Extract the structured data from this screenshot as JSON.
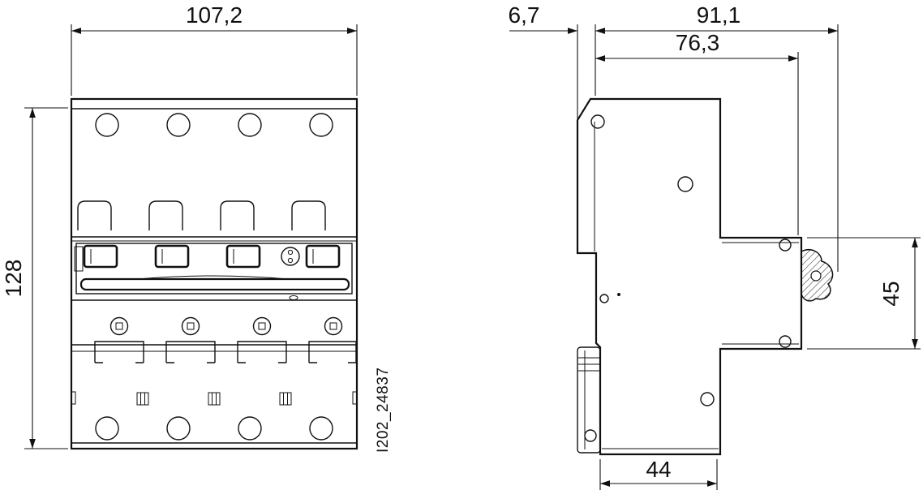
{
  "page": {
    "background": "#ffffff",
    "line_color": "#111111"
  },
  "drawing": {
    "type": "technical-dimension-drawing",
    "subject": "4-pole modular circuit breaker, front view and side view",
    "part_number": "I202_24837",
    "dimensions": {
      "front_width": "107,2",
      "front_height": "128",
      "side_rear_offset": "6,7",
      "side_total_depth": "91,1",
      "side_body_depth": "76,3",
      "side_terminal_height": "45",
      "side_base_width": "44"
    }
  }
}
